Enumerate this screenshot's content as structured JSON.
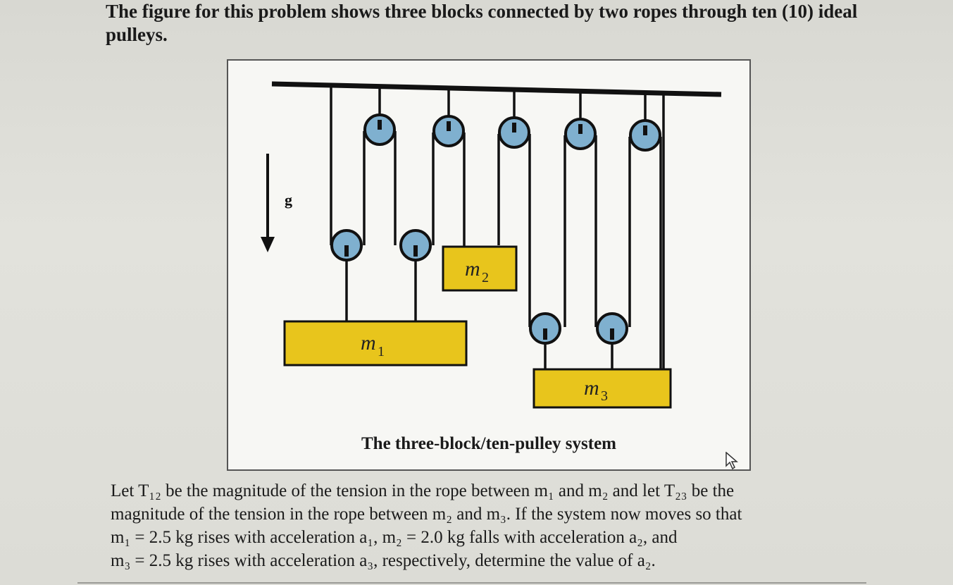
{
  "intro": {
    "text": "The figure for this problem shows three blocks connected by two ropes through ten (10) ideal pulleys."
  },
  "figure": {
    "gravity_label": "g",
    "block1_label": "m",
    "block1_sub": "1",
    "block2_label": "m",
    "block2_sub": "2",
    "block3_label": "m",
    "block3_sub": "3",
    "caption": "The three-block/ten-pulley system",
    "block_color": "#e8c51c",
    "pulley_color": "#7fb0cf"
  },
  "problem": {
    "line1": "Let T₁₂ be the magnitude of the tension in the rope between m₁ and m₂ and let T₂₃ be the",
    "line2": "magnitude of the tension in the rope between m₂ and m₃. If the system now moves so that",
    "line3": "m₁ = 2.5 kg rises with acceleration a₁, m₂ = 2.0 kg falls with acceleration a₂, and",
    "line4": "m₃ = 2.5 kg rises with acceleration a₃, respectively, determine the value of a₂."
  }
}
